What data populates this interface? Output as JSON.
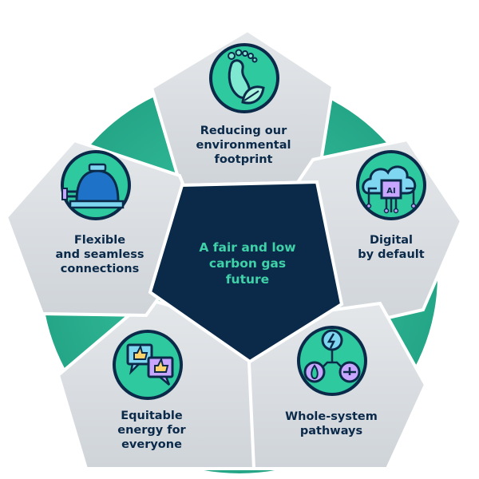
{
  "center": {
    "lines": [
      "A fair and low",
      "carbon gas",
      "future"
    ]
  },
  "segments": [
    {
      "id": "footprint",
      "lines": [
        "Reducing our",
        "environmental",
        "footprint"
      ],
      "icon": "footprint-leaf-icon"
    },
    {
      "id": "digital",
      "lines": [
        "Digital",
        "by default"
      ],
      "icon": "ai-cloud-chip-icon"
    },
    {
      "id": "whole-system",
      "lines": [
        "Whole-system",
        "pathways"
      ],
      "icon": "energy-network-icon"
    },
    {
      "id": "equitable",
      "lines": [
        "Equitable",
        "energy for",
        "everyone"
      ],
      "icon": "thumbs-up-chat-icon"
    },
    {
      "id": "flexible",
      "lines": [
        "Flexible",
        "and seamless",
        "connections"
      ],
      "icon": "gas-holder-icon"
    }
  ],
  "colors": {
    "ring": "#2fb596",
    "panel": "#d9dde2",
    "center": "#0b2a4a",
    "center_text": "#3fd1a8",
    "label_text": "#0b2a4a",
    "icon_circle": "#2fc9a0",
    "icon_outline": "#0b2a4a"
  }
}
